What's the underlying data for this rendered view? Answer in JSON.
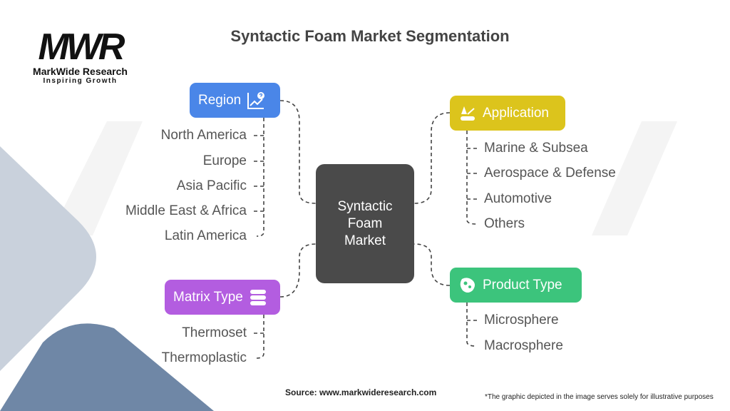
{
  "logo": {
    "mark": "MWR",
    "brand": "MarkWide Research",
    "tagline": "Inspiring Growth"
  },
  "title": "Syntactic Foam Market Segmentation",
  "center": "Syntactic Foam Market",
  "segments": {
    "region": {
      "label": "Region",
      "icon": "chart-question-icon",
      "color": "#4a86e8",
      "items": [
        "North America",
        "Europe",
        "Asia Pacific",
        "Middle East & Africa",
        "Latin America"
      ]
    },
    "matrix": {
      "label": "Matrix Type",
      "icon": "layers-icon",
      "color": "#b35de0",
      "items": [
        "Thermoset",
        "Thermoplastic"
      ]
    },
    "application": {
      "label": "Application",
      "icon": "tools-icon",
      "color": "#dcc41c",
      "items": [
        "Marine & Subsea",
        "Aerospace & Defense",
        "Automotive",
        "Others"
      ]
    },
    "product": {
      "label": "Product Type",
      "icon": "foam-icon",
      "color": "#3cc47c",
      "items": [
        "Microsphere",
        "Macrosphere"
      ]
    }
  },
  "footer": {
    "source": "Source: www.markwideresearch.com",
    "note": "*The graphic depicted in the image serves solely for illustrative purposes"
  }
}
